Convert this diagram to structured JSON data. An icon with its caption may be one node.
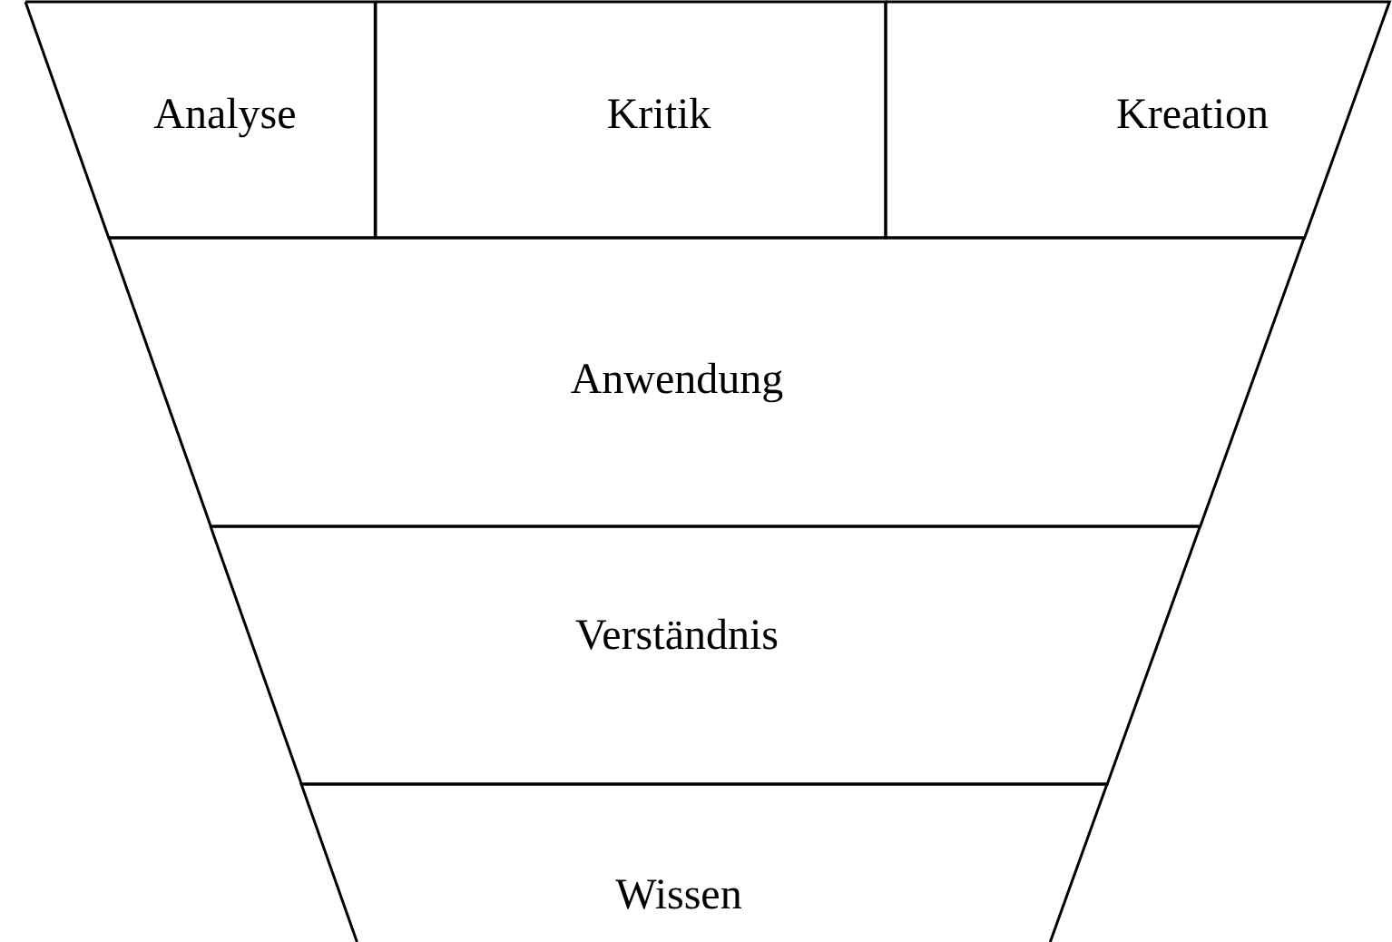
{
  "diagram": {
    "nodes": [
      {
        "text": [
          "Analyse"
        ]
      },
      {
        "text": [
          "Kritik"
        ]
      },
      {
        "text": [
          "Kreation"
        ]
      },
      {
        "text": [
          "Anwendung"
        ]
      },
      {
        "text": [
          "Verständnis"
        ]
      },
      {
        "text": [
          "Wissen"
        ]
      }
    ]
  }
}
